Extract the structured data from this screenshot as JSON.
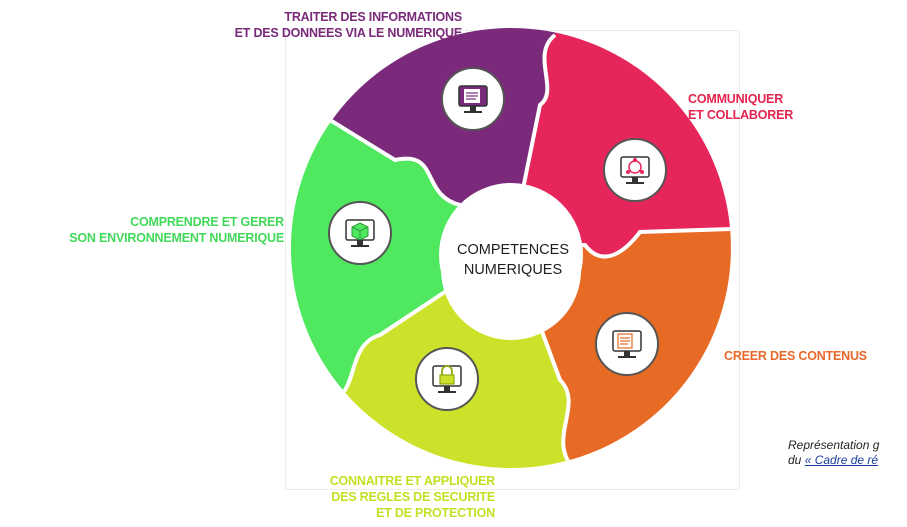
{
  "center": {
    "line1": "COMPETENCES",
    "line2": "NUMERIQUES"
  },
  "segments": [
    {
      "id": "information",
      "color": "#7b2a7b",
      "icon": "document-monitor-icon",
      "lines": [
        "TRAITER DES INFORMATIONS",
        "ET DES DONNEES VIA LE NUMERIQUE"
      ]
    },
    {
      "id": "communiquer",
      "color": "#e6265a",
      "icon": "network-monitor-icon",
      "lines": [
        "COMMUNIQUER",
        "ET COLLABORER"
      ]
    },
    {
      "id": "creer",
      "color": "#e76a25",
      "icon": "edit-document-monitor-icon",
      "lines": [
        "CREER DES CONTENUS"
      ]
    },
    {
      "id": "securite",
      "color": "#cce22a",
      "icon": "lock-monitor-icon",
      "lines": [
        "CONNAITRE ET APPLIQUER",
        "DES REGLES DE SECURITE",
        "ET DE PROTECTION"
      ]
    },
    {
      "id": "environnement",
      "color": "#4fe85f",
      "icon": "cube-monitor-icon",
      "lines": [
        "COMPRENDRE ET GERER",
        "SON ENVIRONNEMENT NUMERIQUE"
      ]
    }
  ],
  "caption": {
    "line1": "Représentation g",
    "line2_prefix": "du ",
    "line2_link": "« Cadre de ré"
  }
}
